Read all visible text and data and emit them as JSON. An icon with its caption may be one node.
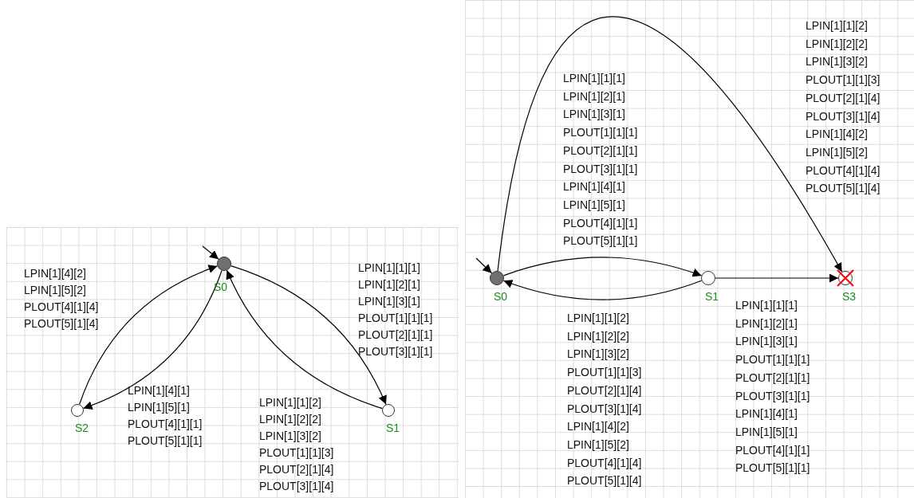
{
  "diagram": {
    "nodes": [
      {
        "text": [
          "S0"
        ]
      },
      {
        "text": [
          "S1"
        ]
      },
      {
        "text": [
          "S2"
        ]
      },
      {
        "text": [
          "S0"
        ]
      },
      {
        "text": [
          "S1"
        ]
      },
      {
        "text": [
          "S3"
        ]
      }
    ],
    "edges": [
      {
        "from": null,
        "to": 0,
        "arrow": "to"
      },
      {
        "from": 2,
        "to": 0,
        "arrow": "to",
        "label": "LPIN[1][4][2] LPIN[1][5][2] PLOUT[4][1][4] PLOUT[5][1][4]"
      },
      {
        "from": 0,
        "to": 2,
        "arrow": "to",
        "label": "LPIN[1][4][1] LPIN[1][5][1] PLOUT[4][1][1] PLOUT[5][1][1]"
      },
      {
        "from": 0,
        "to": 1,
        "arrow": "to",
        "label": "LPIN[1][1][1] LPIN[1][2][1] LPIN[1][3][1] PLOUT[1][1][1] PLOUT[2][1][1] PLOUT[3][1][1]"
      },
      {
        "from": 1,
        "to": 0,
        "arrow": "to",
        "label": "LPIN[1][1][2] LPIN[1][2][2] LPIN[1][3][2] PLOUT[1][1][3] PLOUT[2][1][4] PLOUT[3][1][4]"
      },
      {
        "from": null,
        "to": 3,
        "arrow": "to"
      },
      {
        "from": 3,
        "to": 4,
        "arrow": "to",
        "label": "LPIN[1][1][1] LPIN[1][2][1] LPIN[1][3][1] PLOUT[1][1][1] PLOUT[2][1][1] PLOUT[3][1][1] LPIN[1][4][1] LPIN[1][5][1] PLOUT[4][1][1] PLOUT[5][1][1]"
      },
      {
        "from": 4,
        "to": 3,
        "arrow": "to",
        "label": "LPIN[1][1][2] LPIN[1][2][2] LPIN[1][3][2] PLOUT[1][1][3] PLOUT[2][1][4] PLOUT[3][1][4] LPIN[1][4][2] LPIN[1][5][2] PLOUT[4][1][4] PLOUT[5][1][4]"
      },
      {
        "from": 4,
        "to": 5,
        "arrow": "to",
        "label": "LPIN[1][1][1] LPIN[1][2][1] LPIN[1][3][1] PLOUT[1][1][1] PLOUT[2][1][1] PLOUT[3][1][1] LPIN[1][4][1] LPIN[1][5][1] PLOUT[4][1][1] PLOUT[5][1][1]"
      },
      {
        "from": 3,
        "to": 5,
        "arrow": "to",
        "label": "LPIN[1][1][2] LPIN[1][2][2] LPIN[1][3][2] PLOUT[1][1][3] PLOUT[2][1][4] PLOUT[3][1][4] LPIN[1][4][2] LPIN[1][5][2] PLOUT[4][1][4] PLOUT[5][1][4]"
      }
    ]
  }
}
